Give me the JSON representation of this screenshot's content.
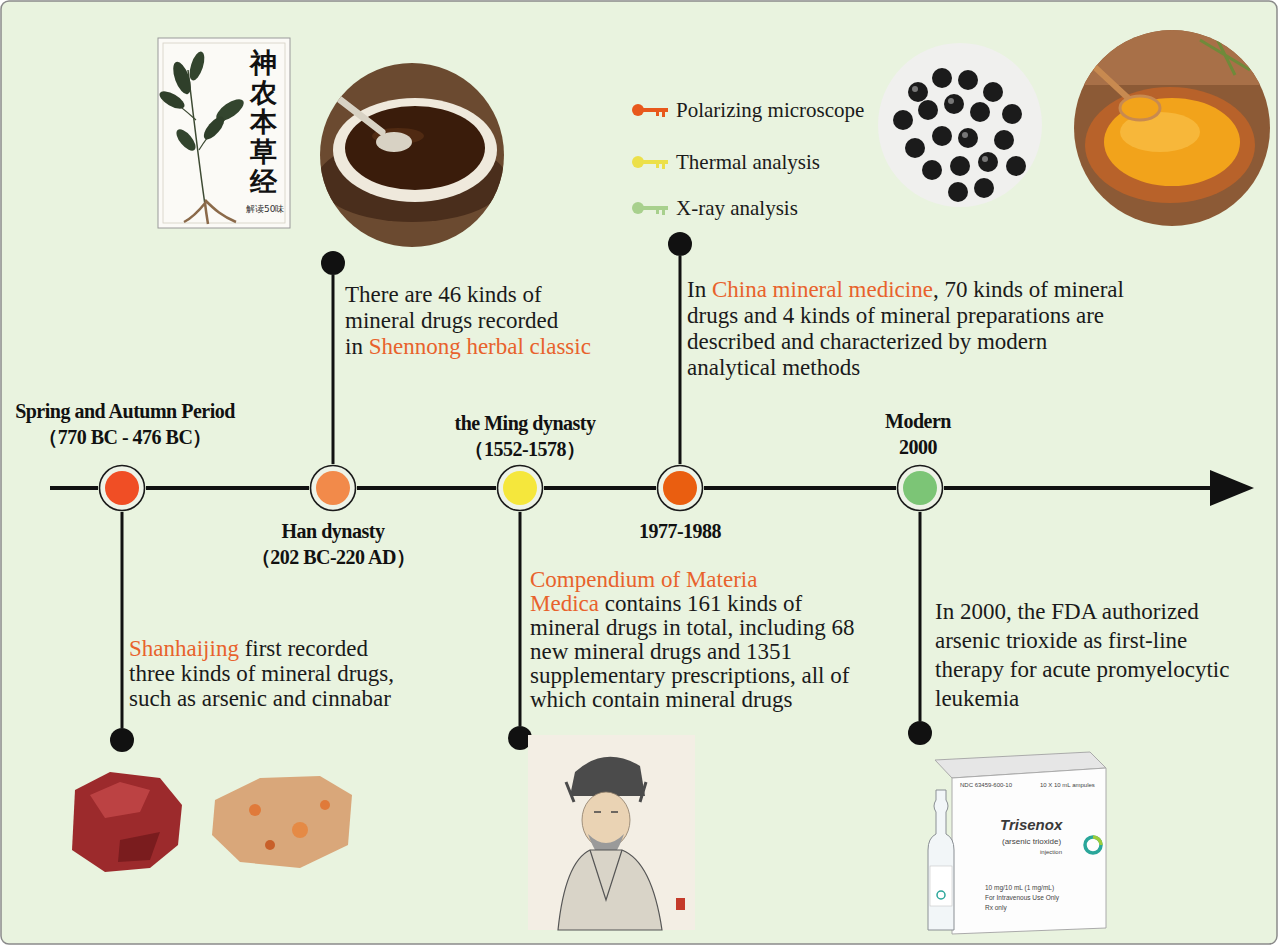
{
  "diagram": {
    "nodes": [
      {
        "text": [
          "Spring and Autumn Period",
          "（770 BC - 476 BC）",
          "Shanhaijing",
          "first recorded three kinds of mineral drugs, such as arsenic and cinnabar"
        ]
      },
      {
        "text": [
          "Han dynasty",
          "（202 BC-220 AD）",
          "There are 46 kinds of mineral drugs recorded in",
          "Shennong herbal classic"
        ]
      },
      {
        "text": [
          "the Ming dynasty",
          "（1552-1578）",
          "Compendium of Materia Medica",
          "contains 161 kinds of mineral drugs in total, including 68 new mineral drugs and 1351 supplementary prescriptions, all of which contain mineral drugs"
        ]
      },
      {
        "text": [
          "1977-1988",
          "In",
          "China mineral medicine",
          ", 70 kinds of mineral drugs and 4 kinds of mineral preparations are described and characterized by modern analytical methods"
        ]
      },
      {
        "text": [
          "Modern",
          "2000",
          "In 2000, the FDA authorized arsenic trioxide as first-line therapy for acute promyelocytic leukemia"
        ]
      }
    ],
    "edges": [
      {
        "from": 0,
        "to": 1,
        "arrow": "none"
      },
      {
        "from": 1,
        "to": 2,
        "arrow": "none"
      },
      {
        "from": 2,
        "to": 3,
        "arrow": "none"
      },
      {
        "from": 3,
        "to": 4,
        "arrow": "none"
      }
    ],
    "labels": [
      "神农本草经",
      "解读50味",
      "NDC 63459-600-10",
      "10 X 10 mL ampules",
      "Trisenox",
      "(arsenic trioxide)",
      "injection",
      "10 mg/10 mL (1 mg/mL)",
      "For Intravenous Use Only",
      "Rx only"
    ],
    "legend": [
      {
        "text": "Polarizing microscope"
      },
      {
        "text": "Thermal analysis"
      },
      {
        "text": "X-ray analysis"
      }
    ]
  }
}
